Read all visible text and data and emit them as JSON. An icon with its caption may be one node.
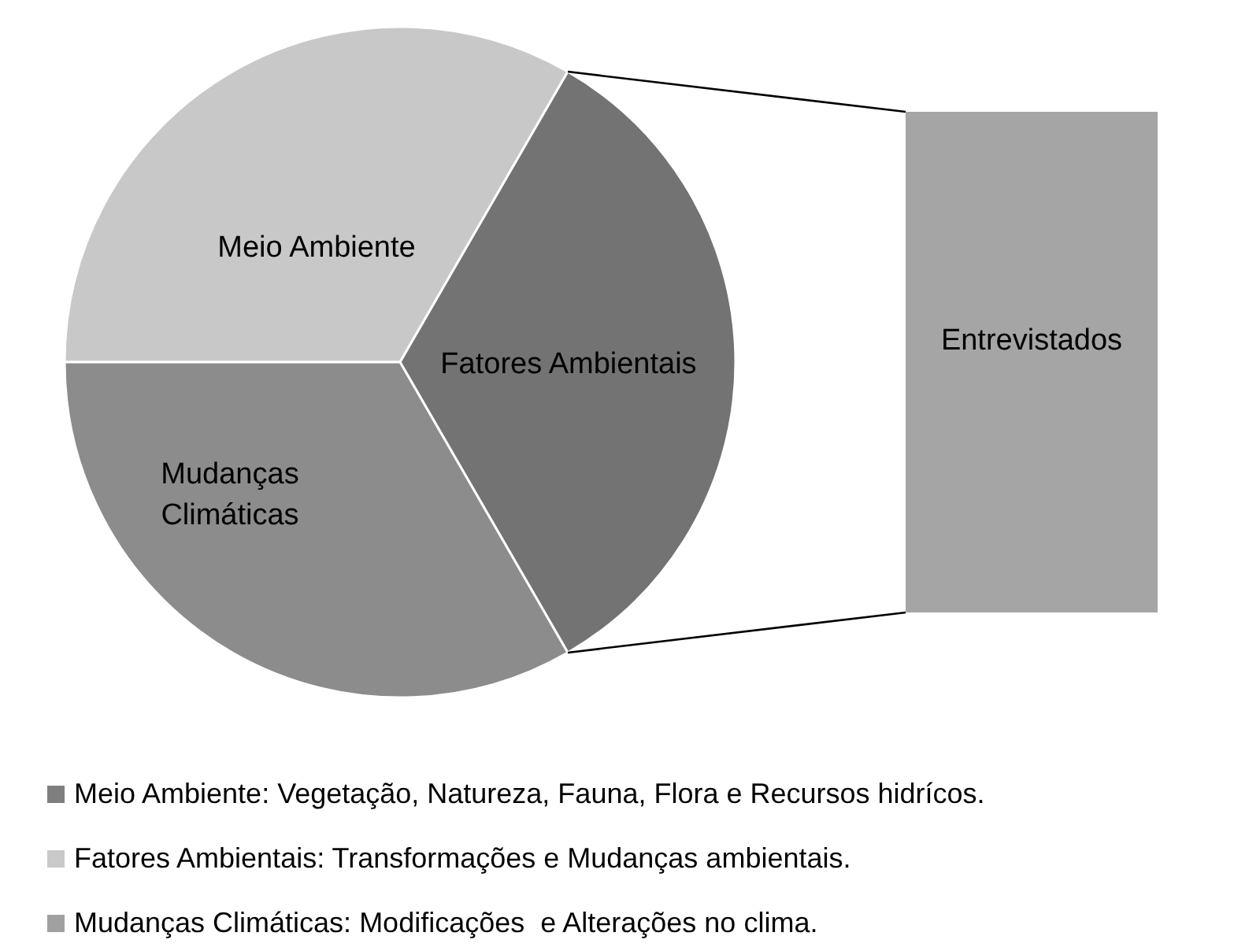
{
  "diagram": {
    "nodes": [
      {
        "text": [
          "Meio Ambiente"
        ]
      },
      {
        "text": [
          "Fatores Ambientais"
        ]
      },
      {
        "text": [
          "Mudanças Climáticas"
        ]
      },
      {
        "text": [
          "Entrevistados"
        ]
      }
    ],
    "edges": [
      {
        "from": 1,
        "to": 3,
        "arrow": "none"
      },
      {
        "from": 1,
        "to": 3,
        "arrow": "none"
      }
    ],
    "legend": [
      {
        "text": "Meio Ambiente: Vegetação, Natureza, Fauna, Flora e Recursos hidrícos.",
        "color": "#7f7f7f"
      },
      {
        "text": "Fatores Ambientais: Transformações e Mudanças ambientais.",
        "color": "#c9c9c9"
      },
      {
        "text": "Mudanças Climáticas: Modificações  e Alterações no clima.",
        "color": "#a0a0a0"
      }
    ]
  }
}
